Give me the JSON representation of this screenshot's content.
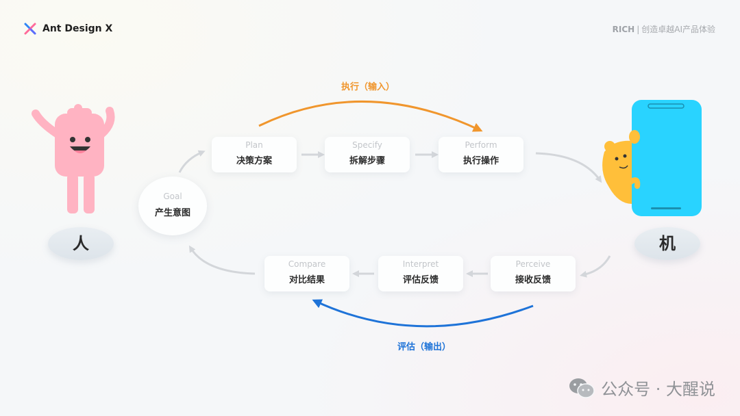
{
  "header": {
    "brand_name": "Ant Design X",
    "tagline_prefix": "RICH",
    "tagline_sep": "|",
    "tagline_text": "创造卓越AI产品体验"
  },
  "diagram": {
    "human_label": "人",
    "machine_label": "机",
    "goal": {
      "en": "Goal",
      "zh": "产生意图"
    },
    "steps_top": [
      {
        "en": "Plan",
        "zh": "决策方案"
      },
      {
        "en": "Specify",
        "zh": "拆解步骤"
      },
      {
        "en": "Perform",
        "zh": "执行操作"
      }
    ],
    "steps_bottom": [
      {
        "en": "Perceive",
        "zh": "接收反馈"
      },
      {
        "en": "Interpret",
        "zh": "评估反馈"
      },
      {
        "en": "Compare",
        "zh": "对比结果"
      }
    ],
    "execute_label": "执行（输入）",
    "evaluate_label": "评估（输出）"
  },
  "watermark": {
    "text": "公众号 · 大醒说"
  },
  "colors": {
    "execute_arc": "#f0962d",
    "evaluate_arc": "#1e73d8",
    "flow_arrows": "#d3d6da",
    "human_figure": "#ffb3c2",
    "phone": "#29d3ff",
    "robot_figure": "#ffbf3a",
    "logo_blue": "#2f86f6",
    "logo_pink": "#ff6b9a"
  }
}
